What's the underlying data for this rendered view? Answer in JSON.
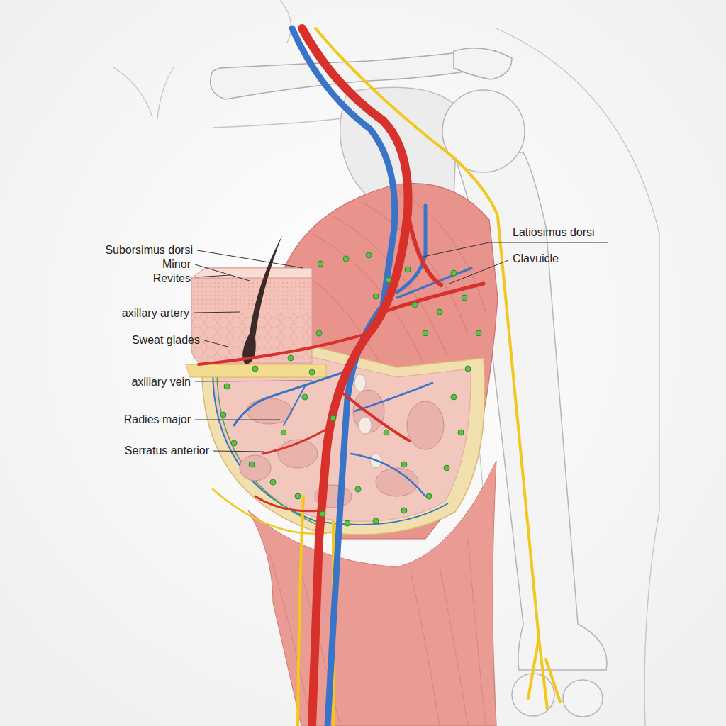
{
  "diagram": {
    "labels": [
      "Suborsimus dorsi",
      "Minor",
      "Revites",
      "axillary artery",
      "Sweat glades",
      "axillary vein",
      "Radies major",
      "Serratus anterior",
      "Latiosimus dorsi",
      "Clavuicle"
    ]
  }
}
